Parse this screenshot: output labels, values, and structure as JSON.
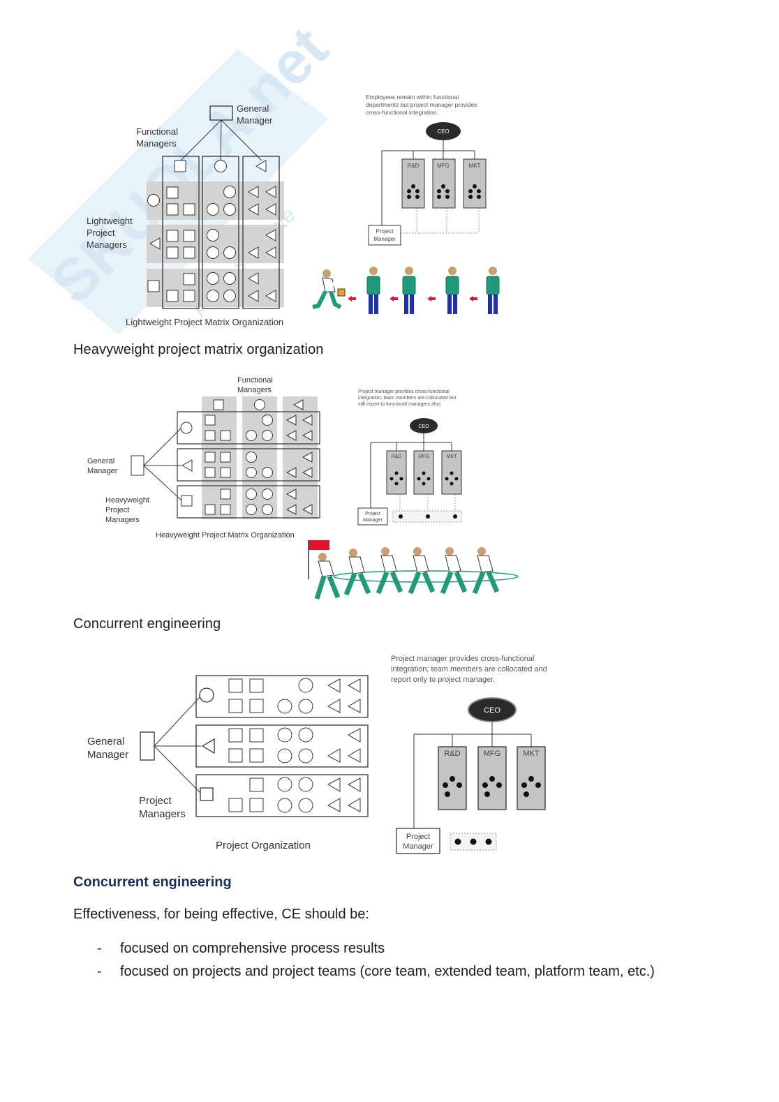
{
  "watermark": {
    "brand": "SKUOLA.net",
    "tagline": "per lo studente"
  },
  "fig1": {
    "general_manager": [
      "General",
      "Manager"
    ],
    "functional_managers": [
      "Functional",
      "Managers"
    ],
    "lightweight_pm": [
      "Lightweight",
      "Project",
      "Managers"
    ],
    "caption": "Lightweight Project Matrix Organization",
    "note": [
      "Employees remain within functional",
      "departments but project manager provides",
      "cross-functional integration."
    ],
    "ceo": "CEO",
    "depts": [
      "R&D",
      "MFG",
      "MKT"
    ],
    "pm": [
      "Project",
      "Manager"
    ]
  },
  "caption_heavy": "Heavyweight project matrix organization",
  "fig2": {
    "functional_managers": [
      "Functional",
      "Managers"
    ],
    "general_manager": [
      "General",
      "Manager"
    ],
    "heavyweight_pm": [
      "Heavyweight",
      "Project",
      "Managers"
    ],
    "caption": "Heavyweight Project Matrix Organization",
    "note": [
      "Project manager provides cross-functional",
      "integration; team members are collocated but",
      "still report to functional managers also."
    ],
    "ceo": "CEO",
    "depts": [
      "R&D",
      "MFG",
      "MKT"
    ],
    "pm": [
      "Project",
      "Manager"
    ]
  },
  "caption_concurrent": "Concurrent engineering",
  "fig3": {
    "general_manager": [
      "General",
      "Manager"
    ],
    "project_managers": [
      "Project",
      "Managers"
    ],
    "caption": "Project Organization",
    "note": [
      "Project manager provides cross-functional",
      "integration; team members are collocated and",
      "report only to project manager."
    ],
    "ceo": "CEO",
    "depts": [
      "R&D",
      "MFG",
      "MKT"
    ],
    "pm": [
      "Project",
      "Manager"
    ]
  },
  "section_heading": "Concurrent engineering",
  "intro": "Effectiveness, for being effective, CE should be:",
  "bullets": [
    "focused on comprehensive process results",
    "focused on projects and project teams (core team, extended team, platform team, etc.)"
  ],
  "bullet_marker": "-",
  "colors": {
    "heading": "#1b2f5e",
    "shade": "#d3d3d3",
    "ceo_fill": "#2a2a2a",
    "arrow_red": "#e0142a",
    "figure_green": "#1f9a7a",
    "figure_blue": "#1c2fb0",
    "watermark": "#9fc8e6"
  }
}
